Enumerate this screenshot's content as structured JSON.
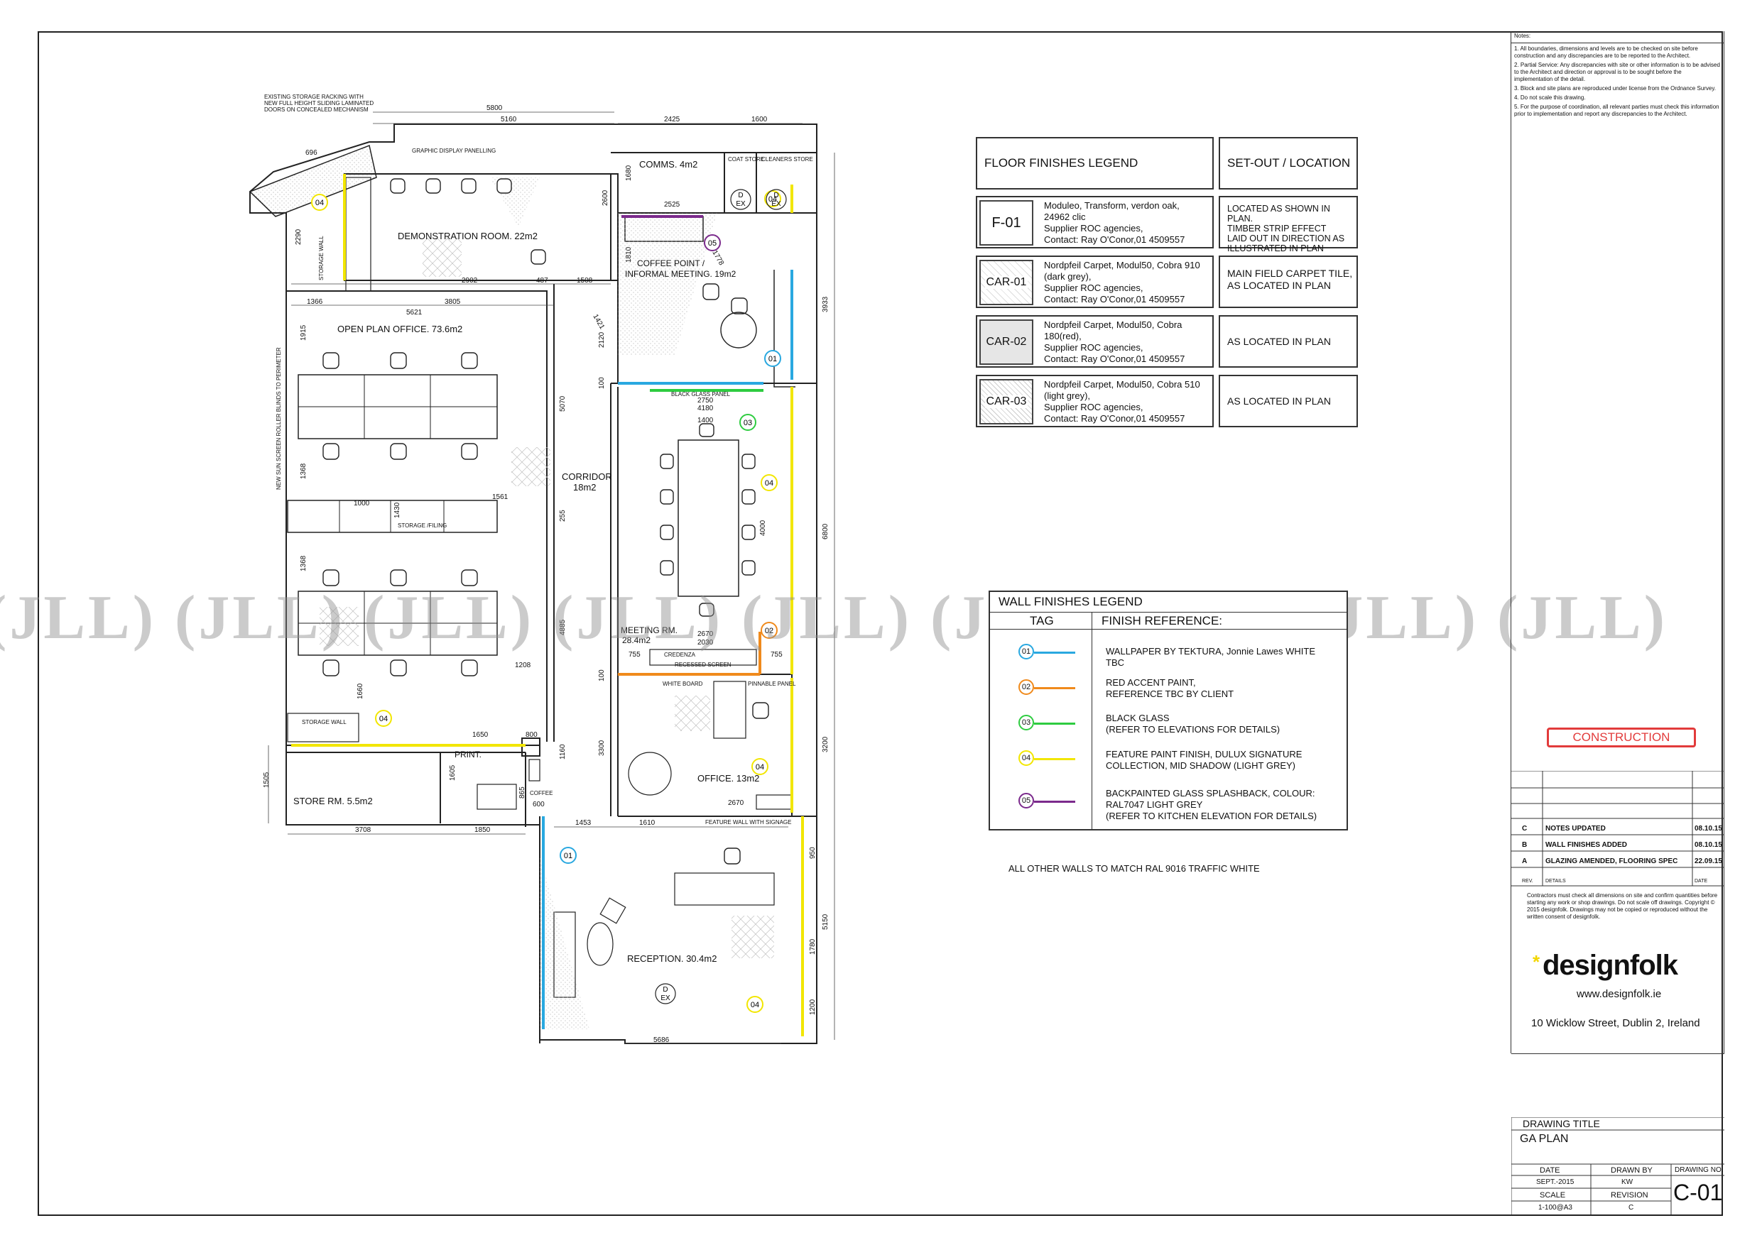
{
  "notes": {
    "heading": "Notes:",
    "items": [
      "1. All boundaries, dimensions and levels are to be checked on site before construction and any discrepancies are to be reported to the Architect.",
      "2. Partial Service: Any discrepancies with site or other information is to be advised to the Architect and direction or approval is to be sought before the implementation of the detail.",
      "3. Block and site plans are reproduced under license from the Ordnance Survey.",
      "4. Do not scale this drawing.",
      "5. For the purpose of coordination, all relevant parties must check this information prior to implementation and report any discrepancies to the Architect."
    ]
  },
  "floor_legend": {
    "title": "FLOOR FINISHES LEGEND",
    "location_title": "SET-OUT / LOCATION",
    "rows": [
      {
        "code": "F-01",
        "desc": [
          "Moduleo, Transform, verdon oak,",
          "24962 clic",
          "Supplier ROC agencies,",
          "Contact: Ray O'Conor,01 4509557"
        ],
        "location": [
          "LOCATED AS SHOWN IN PLAN.",
          "TIMBER STRIP EFFECT",
          "LAID OUT IN DIRECTION AS",
          "ILLUSTRATED IN PLAN"
        ]
      },
      {
        "code": "CAR-01",
        "desc": [
          "Nordpfeil Carpet, Modul50, Cobra 910",
          "(dark grey),",
          "Supplier ROC agencies,",
          "Contact: Ray O'Conor,01 4509557"
        ],
        "location": [
          "MAIN FIELD CARPET TILE,",
          "AS LOCATED IN PLAN"
        ]
      },
      {
        "code": "CAR-02",
        "desc": [
          "Nordpfeil Carpet, Modul50, Cobra",
          "180(red),",
          "Supplier ROC agencies,",
          "Contact: Ray O'Conor,01 4509557"
        ],
        "location": [
          "AS LOCATED IN PLAN"
        ]
      },
      {
        "code": "CAR-03",
        "desc": [
          "Nordpfeil Carpet, Modul50, Cobra 510",
          "(light grey),",
          "Supplier ROC agencies,",
          "Contact: Ray O'Conor,01 4509557"
        ],
        "location": [
          "AS LOCATED IN PLAN"
        ]
      }
    ]
  },
  "wall_legend": {
    "title": "WALL FINISHES LEGEND",
    "col_tag": "TAG",
    "col_ref": "FINISH REFERENCE:",
    "rows": [
      {
        "tag": "01",
        "color": "#29a8e0",
        "text": [
          "WALLPAPER BY TEKTURA, Jonnie Lawes WHITE",
          "TBC"
        ]
      },
      {
        "tag": "02",
        "color": "#f08a1c",
        "text": [
          "RED ACCENT PAINT,",
          "REFERENCE TBC BY CLIENT"
        ]
      },
      {
        "tag": "03",
        "color": "#2ecc40",
        "text": [
          "BLACK GLASS",
          "(REFER TO ELEVATIONS FOR DETAILS)"
        ]
      },
      {
        "tag": "04",
        "color": "#f2e600",
        "text": [
          "FEATURE PAINT FINISH, DULUX SIGNATURE",
          "COLLECTION, MID SHADOW (LIGHT GREY)"
        ]
      },
      {
        "tag": "05",
        "color": "#7b2a8c",
        "text": [
          "BACKPAINTED GLASS SPLASHBACK, COLOUR:",
          "RAL7047 LIGHT GREY",
          "(REFER TO KITCHEN ELEVATION FOR DETAILS)"
        ]
      }
    ],
    "footnote": "ALL OTHER WALLS TO MATCH RAL 9016 TRAFFIC WHITE"
  },
  "stamp": "CONSTRUCTION",
  "revisions": {
    "rows": [
      {
        "rev": "C",
        "details": "NOTES UPDATED",
        "date": "08.10.15"
      },
      {
        "rev": "B",
        "details": "WALL FINISHES ADDED",
        "date": "08.10.15"
      },
      {
        "rev": "A",
        "details": "GLAZING AMENDED, FLOORING SPEC",
        "date": "22.09.15"
      }
    ],
    "head_rev": "REV.",
    "head_details": "DETAILS",
    "head_date": "DATE"
  },
  "disclaimer": "Contractors must check all dimensions on site and confirm quantities before starting any work or shop drawings. Do not scale off drawings. Copyright © 2015 designfolk. Drawings may not be copied or reproduced without the written consent of designfolk.",
  "brand": {
    "name": "designfolk",
    "url": "www.designfolk.ie",
    "address": "10 Wicklow Street, Dublin 2, Ireland",
    "accent": "#f2d600"
  },
  "title_block": {
    "label": "DRAWING TITLE",
    "title": "GA PLAN",
    "date_label": "DATE",
    "date": "SEPT.-2015",
    "drawn_label": "DRAWN BY",
    "drawn": "KW",
    "scale_label": "SCALE",
    "scale": "1-100@A3",
    "revision_label": "REVISION",
    "revision": "C",
    "drawing_no_label": "DRAWING NO.",
    "drawing_no": "C-01"
  },
  "watermark": "JLL",
  "plan": {
    "rooms": [
      {
        "key": "demo",
        "label": "DEMONSTRATION ROOM. 22m2"
      },
      {
        "key": "comms",
        "label": "COMMS. 4m2"
      },
      {
        "key": "coffee1",
        "label": "COFFEE POINT /"
      },
      {
        "key": "coffee2",
        "label": "INFORMAL MEETING. 19m2"
      },
      {
        "key": "open",
        "label": "OPEN PLAN OFFICE. 73.6m2"
      },
      {
        "key": "corridor1",
        "label": "CORRIDOR"
      },
      {
        "key": "corridor2",
        "label": "18m2"
      },
      {
        "key": "meeting1",
        "label": "MEETING RM."
      },
      {
        "key": "meeting2",
        "label": "28.4m2"
      },
      {
        "key": "office",
        "label": "OFFICE. 13m2"
      },
      {
        "key": "store",
        "label": "STORE RM. 5.5m2"
      },
      {
        "key": "print",
        "label": "PRINT."
      },
      {
        "key": "reception",
        "label": "RECEPTION. 30.4m2"
      }
    ],
    "notes": [
      "EXISTING STORAGE RACKING WITH",
      "NEW FULL HEIGHT SLIDING LAMINATED",
      "DOORS ON CONCEALED MECHANISM",
      "GRAPHIC DISPLAY PANELLING",
      "STORAGE WALL",
      "NEW SUN SCREEN ROLLER BLINDS TO PERIMETER",
      "STORAGE /FILING",
      "STORAGE WALL",
      "BLACK GLASS PANEL",
      "CREDENZA",
      "RECESSED SCREEN",
      "WHITE BOARD",
      "PINNABLE PANEL",
      "FEATURE WALL WITH SIGNAGE",
      "COAT STORE",
      "CLEANERS STORE",
      "COFFEE"
    ],
    "dims": [
      "5800",
      "5160",
      "2425",
      "1600",
      "696",
      "2525",
      "2290",
      "2600",
      "1680",
      "1810",
      "1778",
      "2902",
      "487",
      "1508",
      "1366",
      "5621",
      "3805",
      "1915",
      "1421",
      "2120",
      "3933",
      "5070",
      "100",
      "2750",
      "4180",
      "1400",
      "1368",
      "1000",
      "1430",
      "1561",
      "4000",
      "6800",
      "2670",
      "2030",
      "1368",
      "255",
      "4885",
      "755",
      "755",
      "1208",
      "100",
      "1660",
      "1650",
      "800",
      "1505",
      "1605",
      "865",
      "600",
      "1160",
      "3300",
      "3200",
      "2670",
      "3708",
      "1850",
      "1453",
      "1610",
      "950",
      "5150",
      "1780",
      "1200",
      "5686"
    ]
  }
}
